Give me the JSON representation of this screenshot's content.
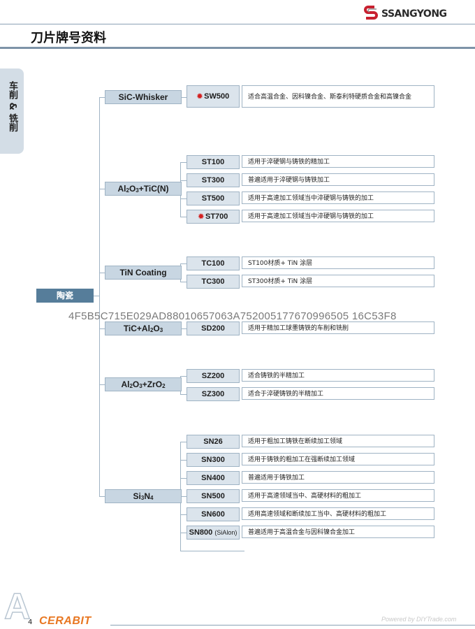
{
  "header": {
    "brand": "SSANGYONG",
    "title": "刀片牌号资料"
  },
  "side_tab": "车削 & 铣削",
  "root": "陶瓷",
  "categories": {
    "sic": "SiC-Whisker",
    "al2o3tic": "Al2O3+TiC(N)",
    "tin": "TiN Coating",
    "ticalo": "TiC+Al2O3",
    "alzr": "Al2O3+ZrO2",
    "si3n4": "Si3N4"
  },
  "grades": [
    {
      "name": "SW500",
      "desc": "适合高温合金、因科镍合金、斯泰利特硬质合金和高镍合金",
      "star": true
    },
    {
      "name": "ST100",
      "desc": "适用于淬硬钢与铸铁的精加工",
      "star": false
    },
    {
      "name": "ST300",
      "desc": "普遍适用于淬硬钢与铸铁加工",
      "star": false
    },
    {
      "name": "ST500",
      "desc": "适用于高速加工领域当中淬硬钢与铸铁的加工",
      "star": false
    },
    {
      "name": "ST700",
      "desc": "适用于高速加工领域当中淬硬钢与铸铁的加工",
      "star": true
    },
    {
      "name": "TC100",
      "desc": "ST100材质+ TiN 涂层",
      "star": false
    },
    {
      "name": "TC300",
      "desc": "ST300材质+ TiN 涂层",
      "star": false
    },
    {
      "name": "SD200",
      "desc": "适用于精加工球墨铸铁的车削和铣削",
      "star": false
    },
    {
      "name": "SZ200",
      "desc": "适合铸铁的半精加工",
      "star": false
    },
    {
      "name": "SZ300",
      "desc": "适合于淬硬铸铁的半精加工",
      "star": false
    },
    {
      "name": "SN26",
      "desc": "适用于粗加工铸铁在断续加工领域",
      "star": false
    },
    {
      "name": "SN300",
      "desc": "适用于铸铁的粗加工在强断续加工领域",
      "star": false
    },
    {
      "name": "SN400",
      "desc": "普遍适用于铸铁加工",
      "star": false
    },
    {
      "name": "SN500",
      "desc": "适用于高速领域当中、高硬材料的粗加工",
      "star": false
    },
    {
      "name": "SN600",
      "desc": "适用高速领域和断续加工当中、高硬材料的粗加工",
      "star": false
    },
    {
      "name": "SN800",
      "suffix": "(SiAlon)",
      "desc": "普遍适用于高温合金与因科镍合金加工",
      "star": false
    }
  ],
  "ghost_code": "4F5B5C715E029AD88010657063A752005177670996505 16C53F8",
  "footer": {
    "letter": "A",
    "page": "4",
    "brand": "CERABIT",
    "credit": "Powered by DIYTrade.com"
  }
}
